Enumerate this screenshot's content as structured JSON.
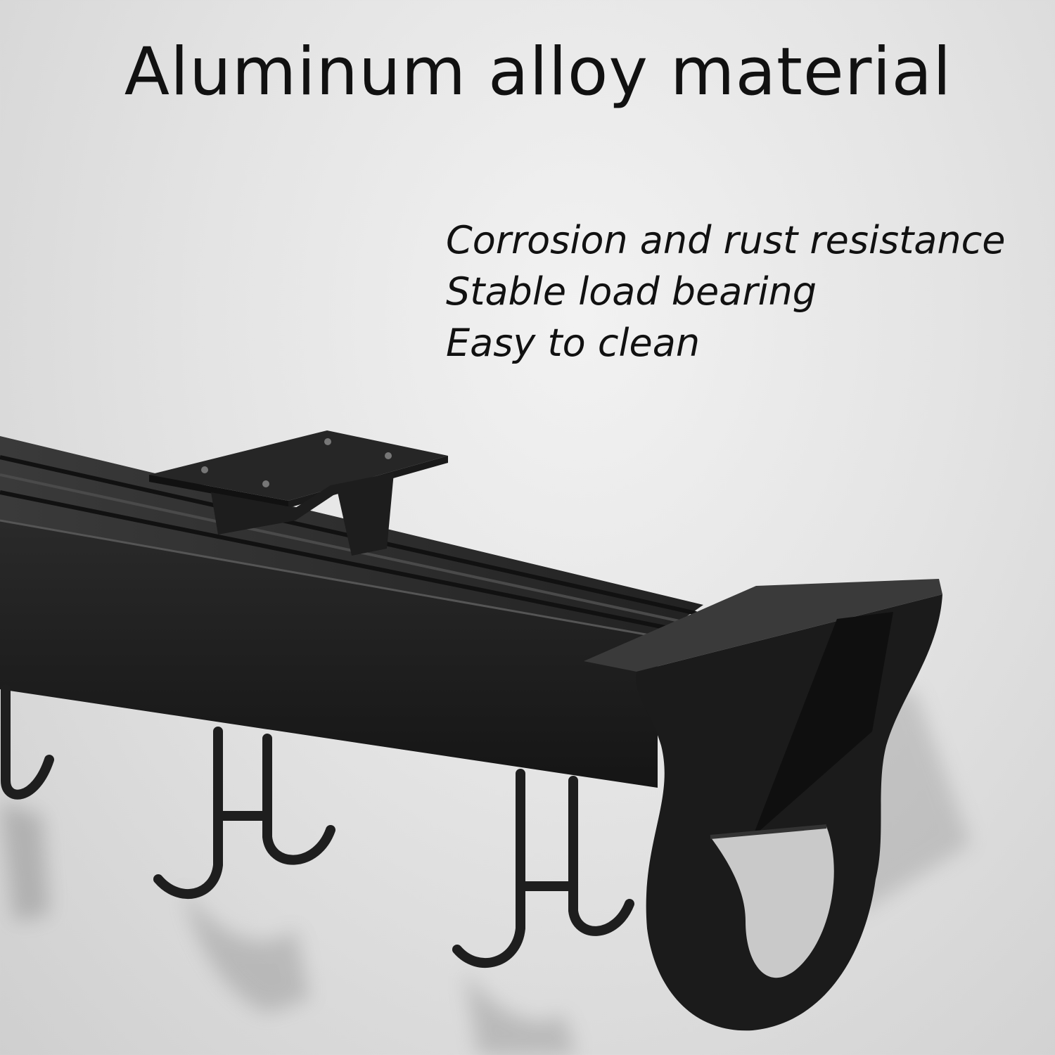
{
  "headline": "Aluminum alloy material",
  "features": [
    "Corrosion and rust resistance",
    "Stable load bearing",
    "Easy to clean"
  ],
  "colors": {
    "background": "#e6e6e6",
    "rail": "#1c1c1c",
    "text": "#111111"
  }
}
